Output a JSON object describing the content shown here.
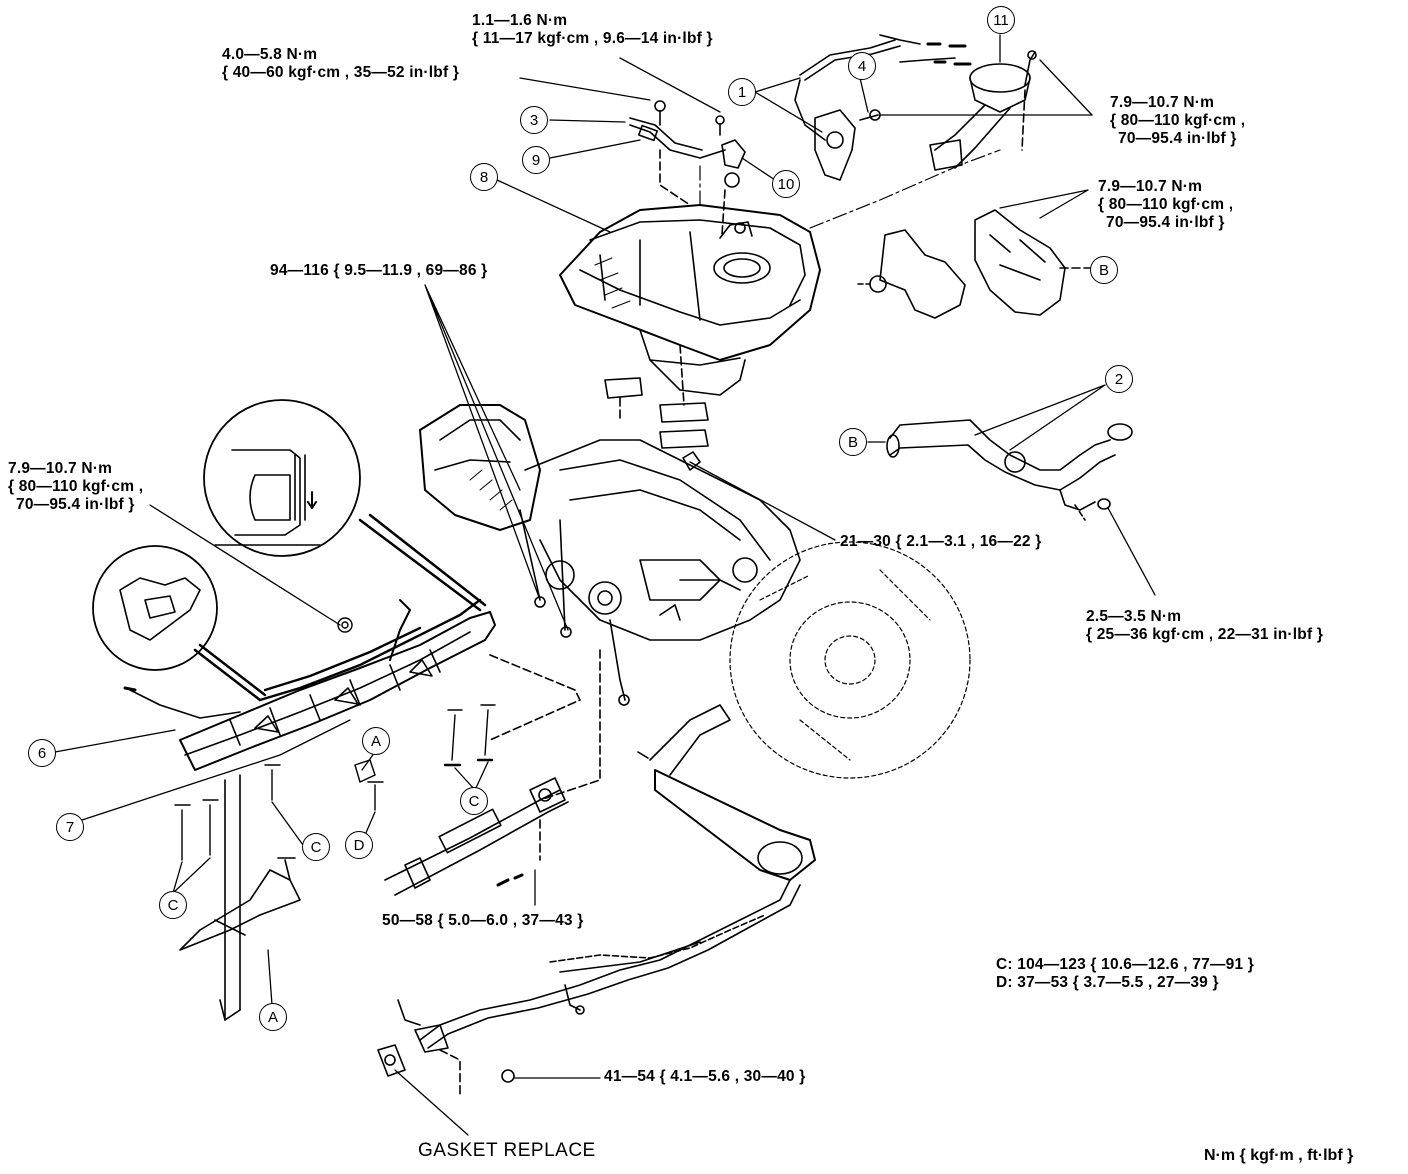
{
  "torque": {
    "t1": [
      "1.1—1.6 N·m",
      "{ 11—17 kgf·cm , 9.6—14 in·lbf }"
    ],
    "t2": [
      "4.0—5.8 N·m",
      "{ 40—60 kgf·cm , 35—52 in·lbf }"
    ],
    "t3": [
      "7.9—10.7 N·m",
      "{ 80—110 kgf·cm ,",
      "70—95.4 in·lbf }"
    ],
    "t4": [
      "7.9—10.7 N·m",
      "{ 80—110 kgf·cm ,",
      "70—95.4 in·lbf }"
    ],
    "t5": "94—116 { 9.5—11.9 , 69—86 }",
    "t6": [
      "7.9—10.7 N·m",
      "{ 80—110 kgf·cm ,",
      "70—95.4 in·lbf }"
    ],
    "t7": "21—30 { 2.1—3.1 , 16—22 }",
    "t8": [
      "2.5—3.5 N·m",
      "{ 25—36 kgf·cm , 22—31 in·lbf }"
    ],
    "t9": "50—58 { 5.0—6.0 , 37—43 }",
    "t10": "41—54 { 4.1—5.6 , 30—40 }",
    "cd": [
      "C: 104—123 { 10.6—12.6 , 77—91 }",
      "D: 37—53 { 3.7—5.5 , 27—39 }"
    ]
  },
  "callouts": {
    "n1": "1",
    "n2": "2",
    "n3": "3",
    "n4": "4",
    "n6": "6",
    "n7": "7",
    "n8": "8",
    "n9": "9",
    "n10": "10",
    "n11": "11",
    "A": "A",
    "B": "B",
    "C": "C",
    "D": "D"
  },
  "gasket_note": "GASKET REPLACE",
  "units_note": "N·m { kgf·m , ft·lbf }"
}
